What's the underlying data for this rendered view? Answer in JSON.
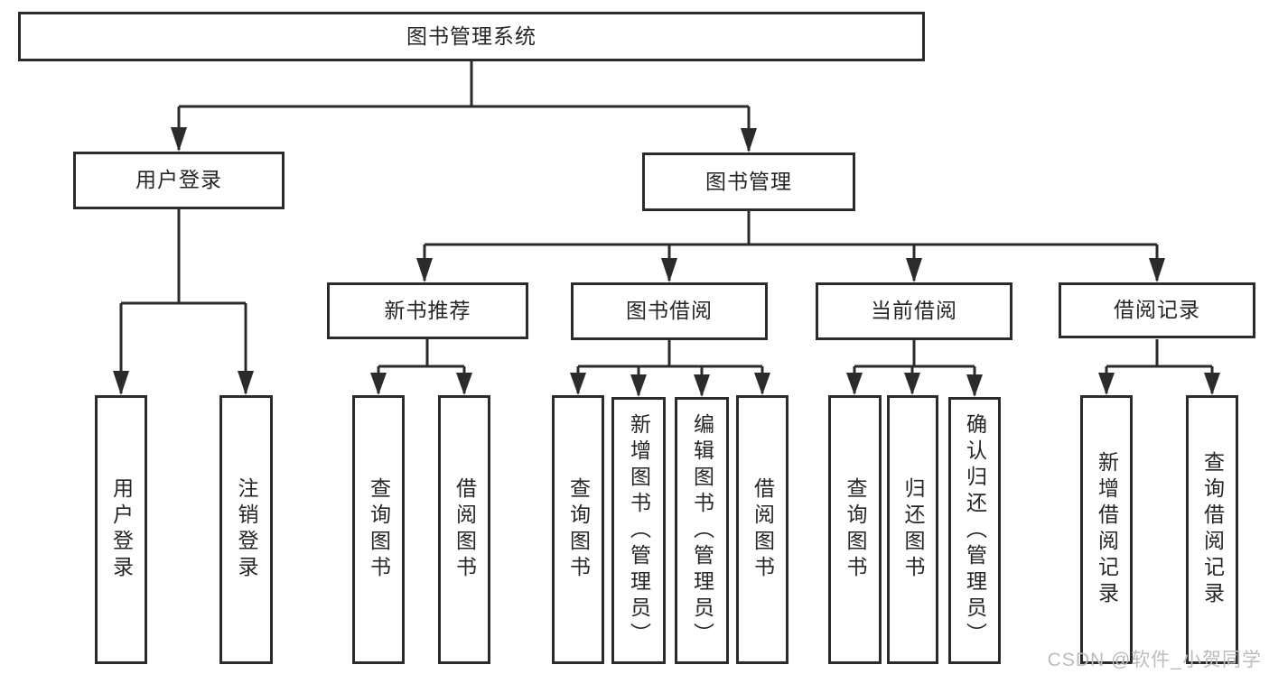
{
  "watermark": "CSDN @软件_小贺同学",
  "colors": {
    "line": "#2b2b2b",
    "text": "#262626",
    "box_background": "#ffffff",
    "watermark": "#bcbcbc"
  },
  "nodes": {
    "root": "图书管理系统",
    "level2": [
      "用户登录",
      "图书管理"
    ],
    "level3": [
      "新书推荐",
      "图书借阅",
      "当前借阅",
      "借阅记录"
    ],
    "leaves": {
      "user_login": [
        "用户登录",
        "注销登录"
      ],
      "new_book_rec": [
        "查询图书",
        "借阅图书"
      ],
      "book_borrow": [
        "查询图书",
        "新增图书（管理员）",
        "编辑图书（管理员）",
        "借阅图书"
      ],
      "current_borrow": [
        "查询图书",
        "归还图书",
        "确认归还（管理员）"
      ],
      "borrow_records": [
        "新增借阅记录",
        "查询借阅记录"
      ]
    }
  }
}
